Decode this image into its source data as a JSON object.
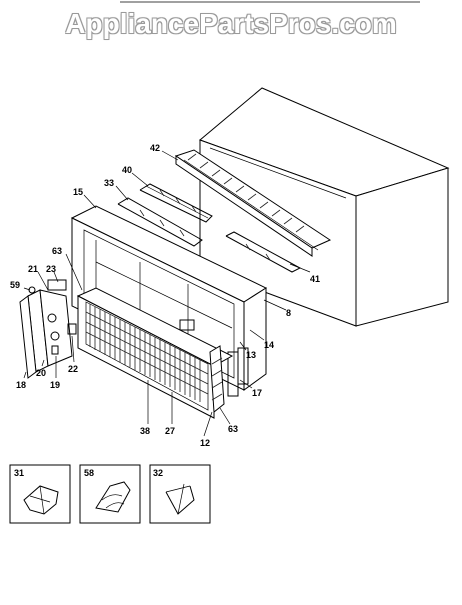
{
  "watermark": "AppliancePartsPros.com",
  "callouts": {
    "c42": "42",
    "c40": "40",
    "c33": "33",
    "c15": "15",
    "c63a": "63",
    "c21": "21",
    "c23": "23",
    "c59": "59",
    "c41": "41",
    "c8": "8",
    "c14": "14",
    "c13": "13",
    "c17": "17",
    "c22": "22",
    "c18": "18",
    "c20": "20",
    "c19": "19",
    "c38": "38",
    "c27": "27",
    "c12": "12",
    "c63b": "63"
  },
  "insets": {
    "i31": "31",
    "i58": "58",
    "i32": "32"
  }
}
